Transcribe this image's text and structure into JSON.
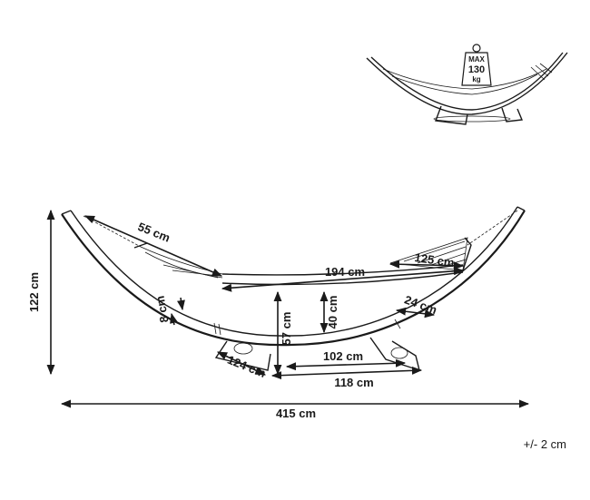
{
  "weight_badge": {
    "line1": "MAX",
    "line2": "130",
    "line3": "kg"
  },
  "dimensions": {
    "chain": "55 cm",
    "bed_length": "194 cm",
    "spreader": "125 cm",
    "frame_height": "122 cm",
    "beam": "8 cm",
    "bed_height": "40 cm",
    "mid_height": "57 cm",
    "foot_width": "24 cm",
    "base_length": "124 cm",
    "inner_span": "102 cm",
    "outer_span": "118 cm",
    "total_length": "415 cm"
  },
  "tolerance": "+/- 2 cm"
}
